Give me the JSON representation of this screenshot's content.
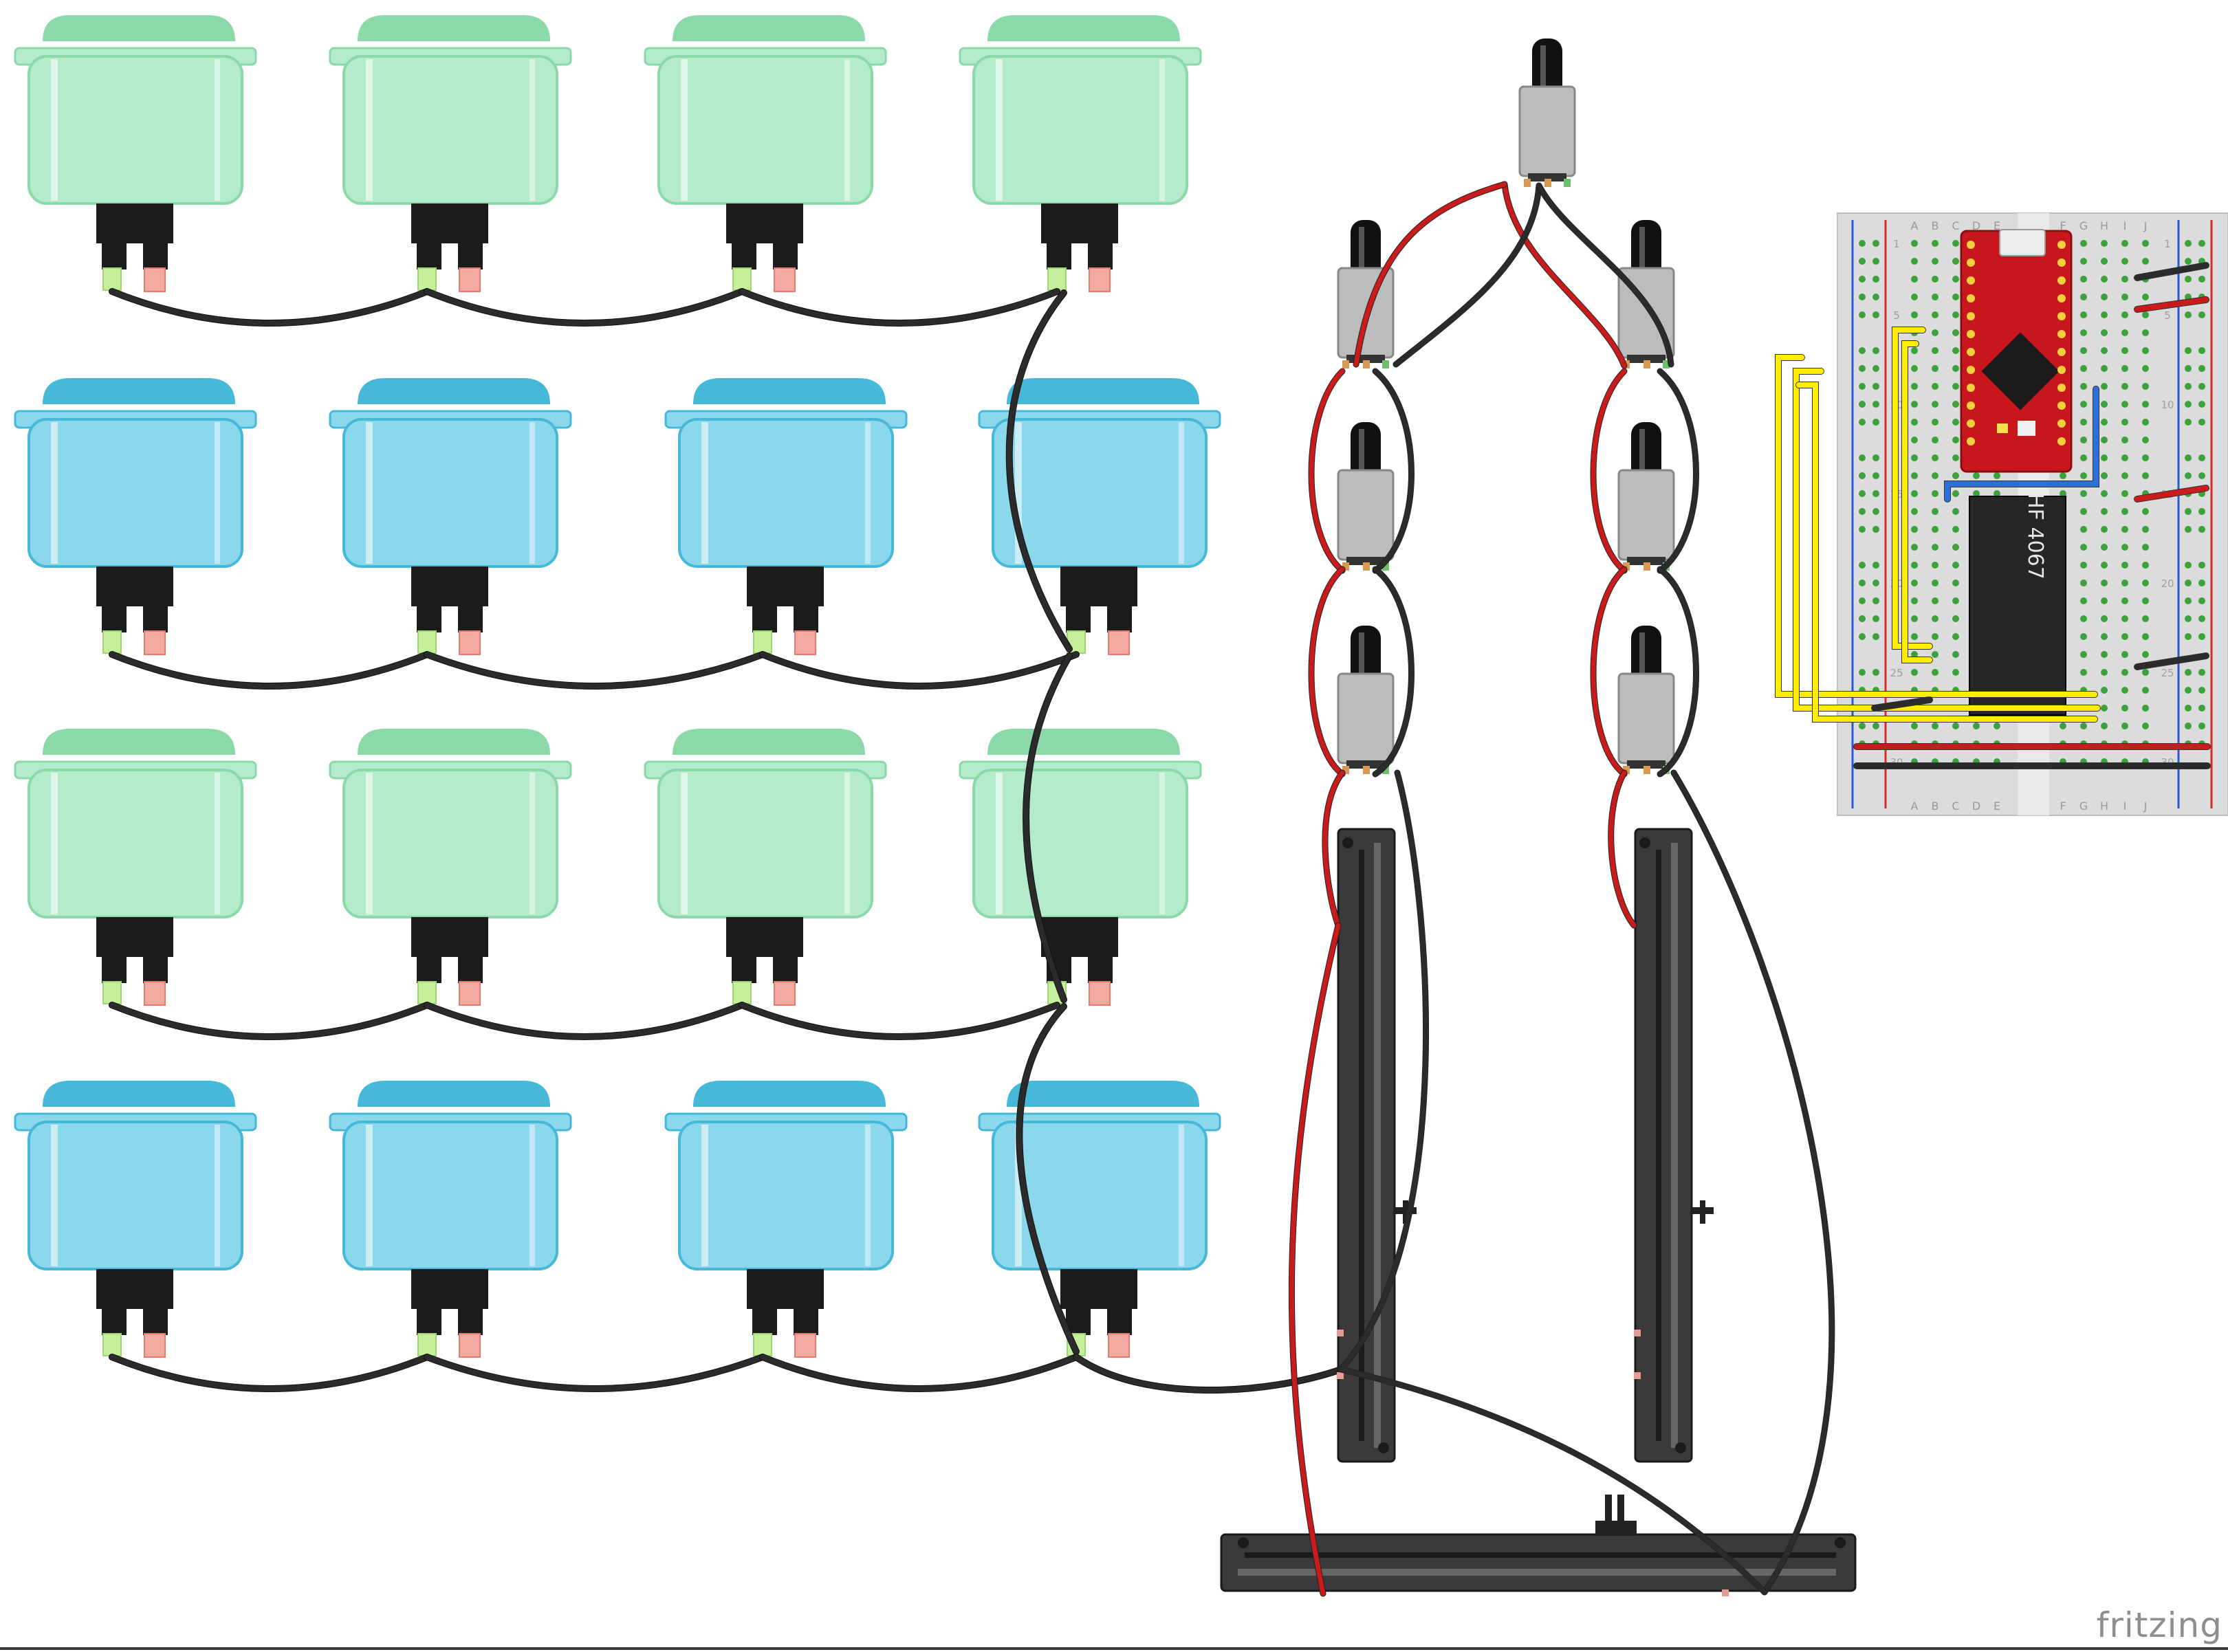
{
  "app": {
    "logo_text": "fritzing"
  },
  "colors": {
    "button_green_body": "#b4ebcb",
    "button_green_edge": "#8bd8a9",
    "button_blue_body": "#8bd7eb",
    "button_blue_edge": "#46b8d8",
    "terminal_black": "#1b1b1b",
    "pin_green": "#c5ef9a",
    "pin_red": "#f4a9a0",
    "wire_black": "#2b2b2b",
    "wire_red": "#c91b1b",
    "wire_yellow": "#ffee00",
    "wire_blue": "#2c6fd6",
    "fader_body": "#3a3a3a",
    "pot_knob": "#111111",
    "pot_housing": "#bcbcbc",
    "breadboard": "#dcdcdc",
    "mcu_board": "#c8171c"
  },
  "diagram": {
    "arcade_buttons": {
      "rows": [
        {
          "color": "green"
        },
        {
          "color": "blue"
        },
        {
          "color": "green"
        },
        {
          "color": "blue"
        }
      ],
      "columns": 4
    },
    "potentiometers": {
      "count": 7
    },
    "faders": {
      "vertical": 2,
      "horizontal": 1
    },
    "breadboard": {
      "column_letters_left": [
        "A",
        "B",
        "C",
        "D",
        "E"
      ],
      "column_letters_right": [
        "F",
        "G",
        "H",
        "I",
        "J"
      ],
      "row_numbers": [
        "1",
        "5",
        "10",
        "15",
        "20",
        "25",
        "30"
      ],
      "mux_chip_label": "HF 4067"
    }
  }
}
